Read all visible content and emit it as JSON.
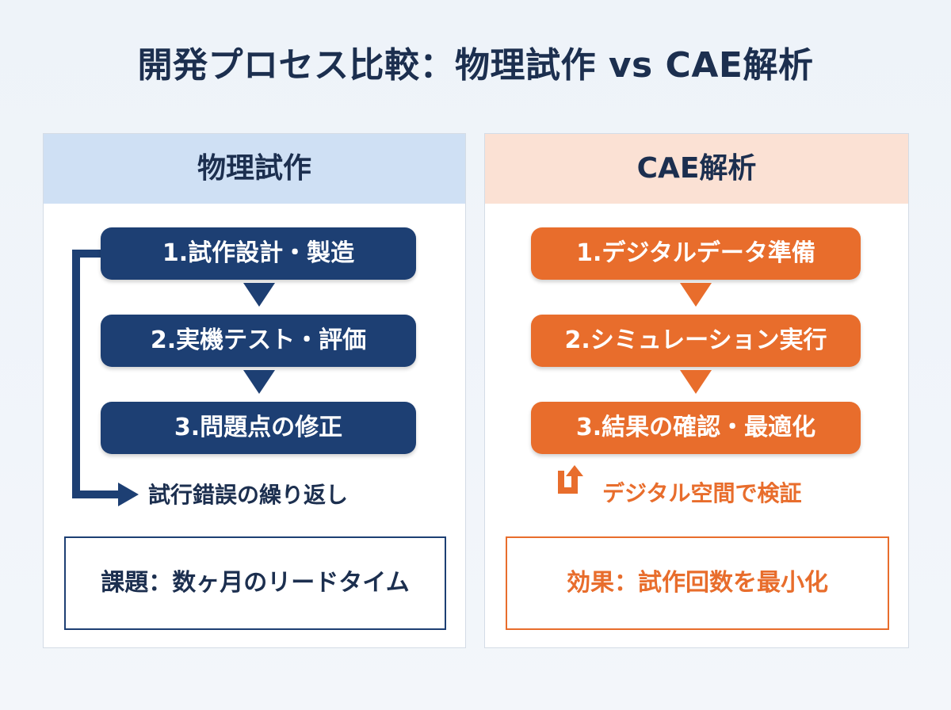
{
  "title": "開発プロセス比較：物理試作 vs CAE解析",
  "colors": {
    "navy": "#1d3f73",
    "orange": "#e86d2c",
    "left_header_bg": "#cfe0f4",
    "right_header_bg": "#fbe1d4"
  },
  "physical": {
    "header": "物理試作",
    "steps": [
      "1.試作設計・製造",
      "2.実機テスト・評価",
      "3.問題点の修正"
    ],
    "loop_label": "試行錯誤の繰り返し",
    "summary": "課題：数ヶ月のリードタイム"
  },
  "cae": {
    "header": "CAE解析",
    "steps": [
      "1.デジタルデータ準備",
      "2.シミュレーション実行",
      "3.結果の確認・最適化"
    ],
    "loop_label": "デジタル空間で検証",
    "summary": "効果：試作回数を最小化"
  }
}
